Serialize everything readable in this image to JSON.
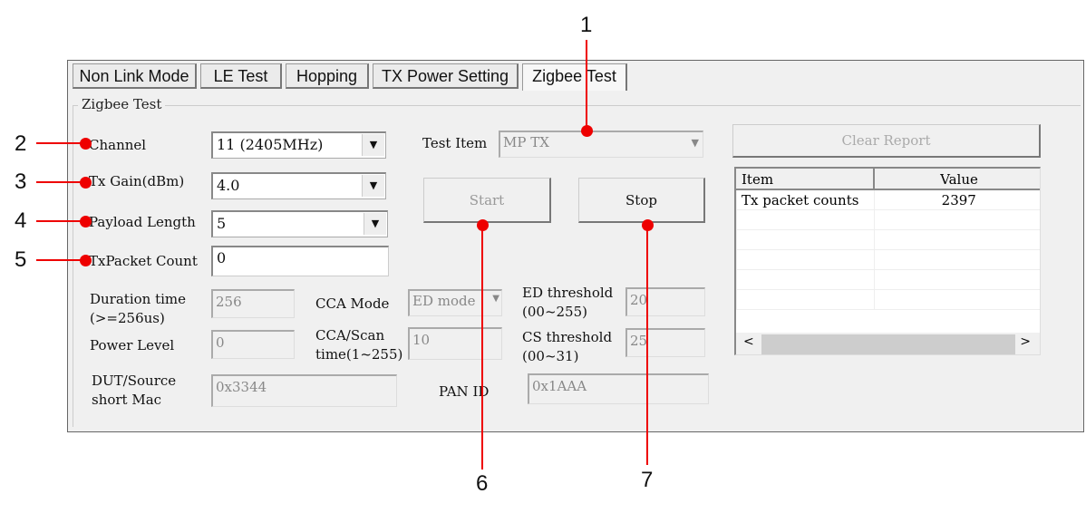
{
  "tabs": [
    "Non Link Mode",
    "LE Test",
    "Hopping",
    "TX Power Setting",
    "Zigbee Test"
  ],
  "group_title": "Zigbee Test",
  "fields": {
    "channel": {
      "label": "Channel",
      "value": "11  (2405MHz)"
    },
    "tx_gain": {
      "label": "Tx Gain(dBm)",
      "value": "4.0"
    },
    "payload": {
      "label": "Payload Length",
      "value": "5"
    },
    "tx_count": {
      "label": "TxPacket Count",
      "value": "0"
    },
    "duration": {
      "label1": "Duration time",
      "label2": "(>=256us)",
      "value": "256"
    },
    "power_level": {
      "label": "Power Level",
      "value": "0"
    },
    "dut_mac": {
      "label1": "DUT/Source",
      "label2": "short Mac",
      "value": "0x3344"
    },
    "cca_mode": {
      "label": "CCA Mode",
      "value": "ED mode"
    },
    "cca_scan": {
      "label1": "CCA/Scan",
      "label2": "time(1~255)",
      "value": "10"
    },
    "pan_id": {
      "label": "PAN ID",
      "value": "0x1AAA"
    },
    "ed_threshold": {
      "label1": "ED threshold",
      "label2": "(00~255)",
      "value": "20"
    },
    "cs_threshold": {
      "label1": "CS threshold",
      "label2": "(00~31)",
      "value": "25"
    },
    "test_item": {
      "label": "Test Item",
      "value": "MP TX"
    }
  },
  "buttons": {
    "start": "Start",
    "stop": "Stop",
    "clear": "Clear Report"
  },
  "report": {
    "headers": [
      "Item",
      "Value"
    ],
    "rows": [
      [
        "Tx packet counts",
        "2397"
      ]
    ]
  },
  "callouts": [
    "1",
    "2",
    "3",
    "4",
    "5",
    "6",
    "7"
  ]
}
